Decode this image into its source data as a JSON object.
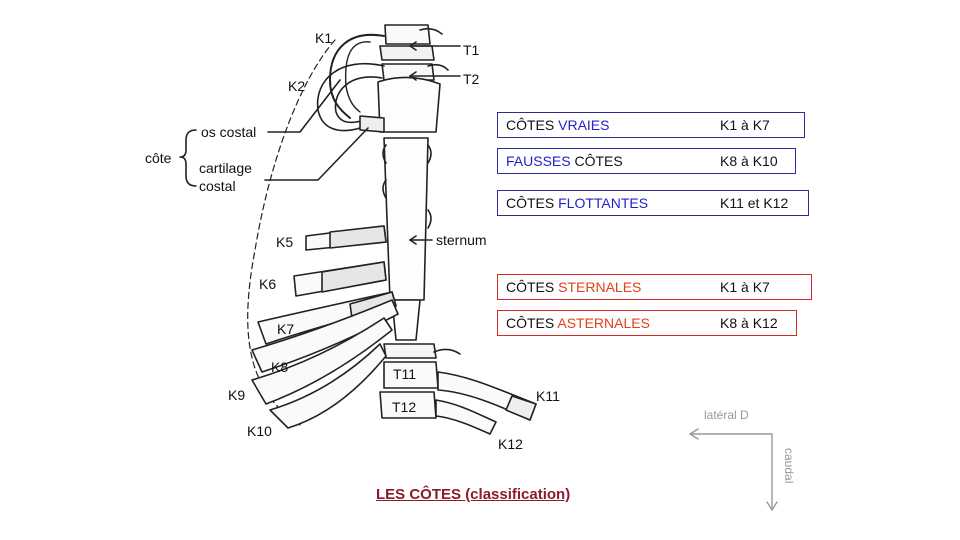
{
  "title": {
    "main": "LES CÔTES",
    "sub": "(classification)"
  },
  "rib_labels": [
    "K1",
    "K2",
    "K5",
    "K6",
    "K7",
    "K8",
    "K9",
    "K10",
    "K11",
    "K12"
  ],
  "vertebra_labels": {
    "t1": "T1",
    "t2": "T2",
    "t11": "T11",
    "t12": "T12"
  },
  "anatomy_labels": {
    "cote": "côte",
    "os_costal": "os costal",
    "cartilage_1": "cartilage",
    "cartilage_2": "costal",
    "sternum": "sternum"
  },
  "classification": [
    {
      "word1": "CÔTES ",
      "word2": "VRAIES",
      "word2_color": "blue",
      "range": "K1 à K7",
      "border": "blue"
    },
    {
      "word1": "FAUSSES",
      "word2": " CÔTES",
      "word1_color": "blue",
      "range": "K8 à K10",
      "border": "blue"
    },
    {
      "word1": "CÔTES ",
      "word2": "FLOTTANTES",
      "word2_color": "blue",
      "range": "K11 et K12",
      "border": "blue"
    },
    {
      "word1": "CÔTES ",
      "word2": "STERNALES",
      "word2_color": "red",
      "range": "K1 à K7",
      "border": "red"
    },
    {
      "word1": "CÔTES ",
      "word2": "ASTERNALES",
      "word2_color": "red",
      "range": "K8 à K12",
      "border": "red"
    }
  ],
  "orientation": {
    "lateral": "latéral D",
    "caudal": "caudal"
  },
  "colors": {
    "blue_border": "#2b2b9a",
    "red_border": "#d42a2a",
    "blue_text": "#2222cc",
    "red_text": "#e0401a",
    "title": "#8b1a2e"
  }
}
